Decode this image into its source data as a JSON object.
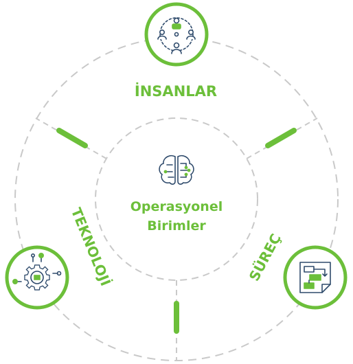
{
  "colors": {
    "accent": "#6cbf3a",
    "icon_navy": "#2e4a6b",
    "dashed_gray": "#c9c9c9",
    "background": "#ffffff"
  },
  "center": {
    "icon": "brain-circuit-icon",
    "line1": "Operasyonel",
    "line2": "Birimler"
  },
  "nodes": {
    "people": {
      "label": "İNSANLAR",
      "icon": "people-network-icon"
    },
    "process": {
      "label": "SÜREÇ",
      "icon": "process-flow-icon"
    },
    "technology": {
      "label": "TEKNOLOJİ",
      "icon": "gear-circuit-icon"
    }
  }
}
